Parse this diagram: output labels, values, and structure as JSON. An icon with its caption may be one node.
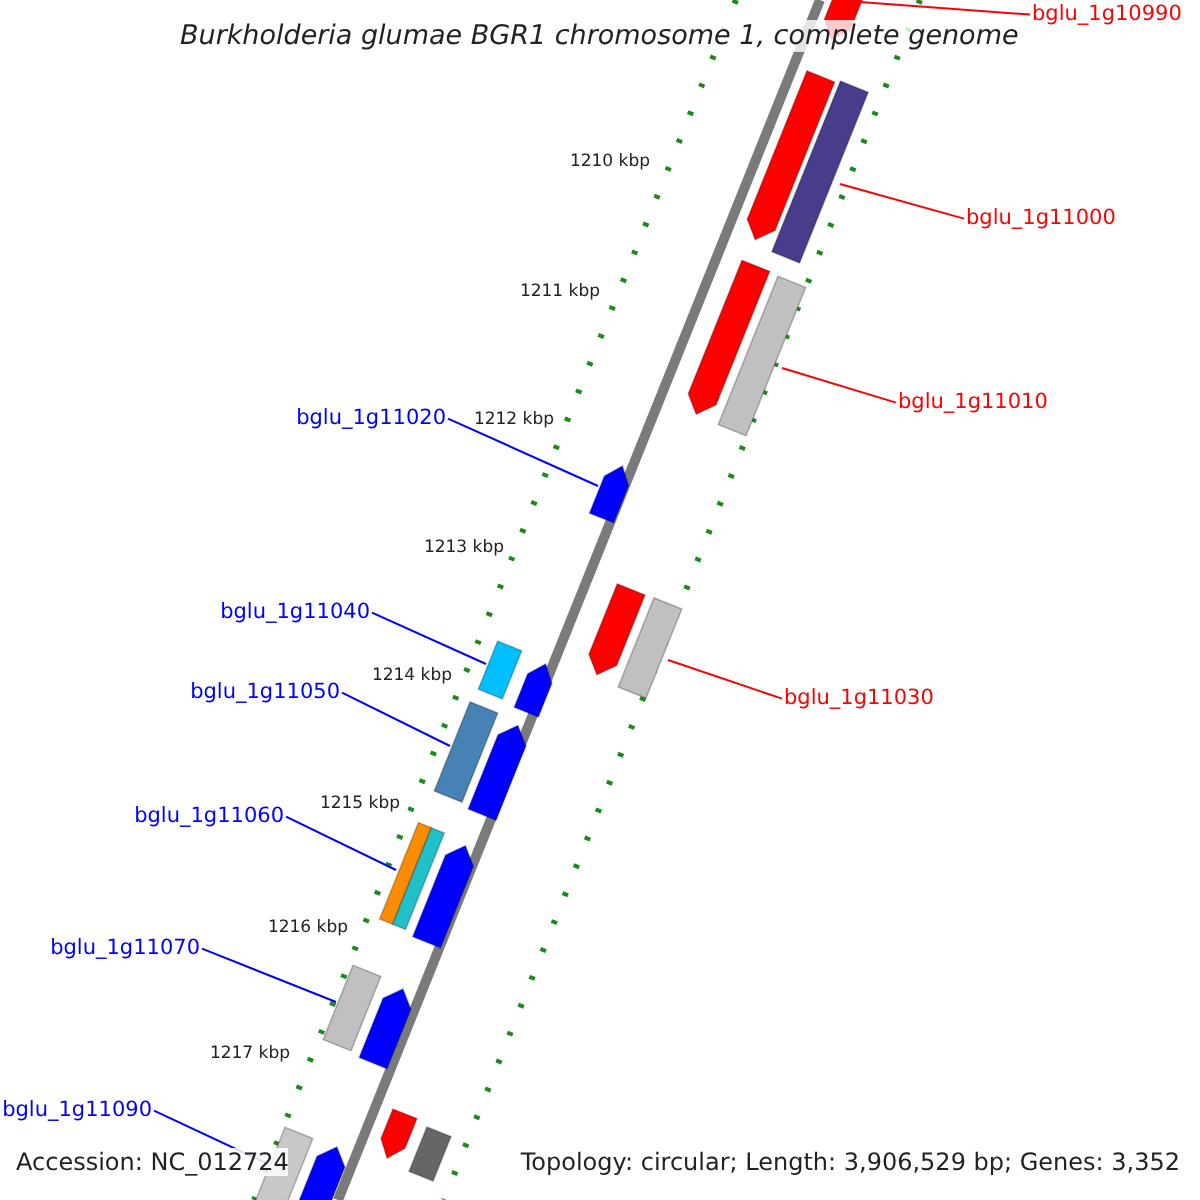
{
  "diagram": {
    "title": "Burkholderia glumae BGR1 chromosome 1, complete genome",
    "nodes": [
      {
        "text": [
          "bglu_1g10990"
        ]
      },
      {
        "text": [
          "bglu_1g11000"
        ]
      },
      {
        "text": [
          "bglu_1g11010"
        ]
      },
      {
        "text": [
          "bglu_1g11020"
        ]
      },
      {
        "text": [
          "bglu_1g11030"
        ]
      },
      {
        "text": [
          "bglu_1g11040"
        ]
      },
      {
        "text": [
          "bglu_1g11050"
        ]
      },
      {
        "text": [
          "bglu_1g11060"
        ]
      },
      {
        "text": [
          "bglu_1g11070"
        ]
      },
      {
        "text": [
          "bglu_1g11090"
        ]
      },
      {
        "text": [],
        "shape": "bar"
      },
      {
        "text": [],
        "shape": "bar"
      },
      {
        "text": [],
        "shape": "bar"
      },
      {
        "text": [],
        "shape": "bar"
      },
      {
        "text": [],
        "shape": "bar"
      },
      {
        "text": [],
        "shape": "bar"
      },
      {
        "text": [],
        "shape": "bar"
      },
      {
        "text": [],
        "shape": "bar"
      },
      {
        "text": [],
        "shape": "bar"
      },
      {
        "text": [],
        "shape": "bar"
      },
      {
        "text": [],
        "shape": "bar"
      },
      {
        "text": [],
        "shape": "bar"
      },
      {
        "text": [],
        "shape": "bar"
      },
      {
        "text": [],
        "shape": "bar"
      },
      {
        "text": [],
        "shape": "bar"
      },
      {
        "text": [],
        "shape": "bar"
      },
      {
        "text": [],
        "shape": "bar"
      },
      {
        "text": [],
        "shape": "bar"
      },
      {
        "text": [],
        "shape": "bar"
      },
      {
        "text": [],
        "shape": "bar"
      }
    ],
    "edges": [
      {
        "from": 0,
        "to": 10,
        "arrow": "none",
        "color": "#ff0000"
      },
      {
        "from": 1,
        "to": 12,
        "arrow": "none",
        "color": "#ff0000"
      },
      {
        "from": 2,
        "to": 14,
        "arrow": "none",
        "color": "#ff0000"
      },
      {
        "from": 3,
        "to": 15,
        "arrow": "none"
      },
      {
        "from": 4,
        "to": 17,
        "arrow": "none",
        "color": "#ff0000"
      },
      {
        "from": 5,
        "to": 18,
        "arrow": "none"
      },
      {
        "from": 6,
        "to": 20,
        "arrow": "none"
      },
      {
        "from": 7,
        "to": 22,
        "arrow": "none"
      },
      {
        "from": 8,
        "to": 24,
        "arrow": "none"
      },
      {
        "from": 9,
        "to": 28,
        "arrow": "none"
      }
    ],
    "labels": [
      "1210 kbp",
      "1211 kbp",
      "1212 kbp",
      "1213 kbp",
      "1214 kbp",
      "1215 kbp",
      "1216 kbp",
      "1217 kbp",
      "Accession: NC_012724",
      "Topology: circular; Length: 3,906,529 bp; Genes: 3,352"
    ]
  }
}
